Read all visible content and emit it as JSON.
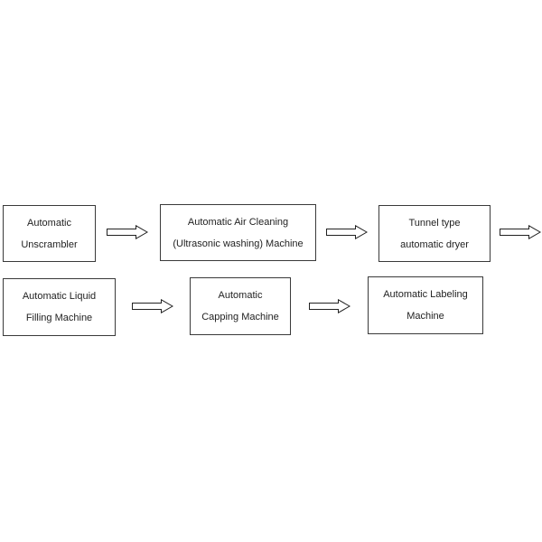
{
  "nodes": [
    {
      "id": "unscrambler",
      "lines": [
        "Automatic",
        "Unscrambler"
      ]
    },
    {
      "id": "air-cleaning",
      "lines": [
        "Automatic Air Cleaning",
        "(Ultrasonic washing) Machine"
      ]
    },
    {
      "id": "tunnel-dryer",
      "lines": [
        "Tunnel type",
        "automatic dryer"
      ]
    },
    {
      "id": "liquid-filling",
      "lines": [
        "Automatic Liquid",
        "Filling Machine"
      ]
    },
    {
      "id": "capping",
      "lines": [
        "Automatic",
        "Capping Machine"
      ]
    },
    {
      "id": "labeling",
      "lines": [
        "Automatic Labeling",
        "Machine"
      ]
    }
  ],
  "edges": [
    {
      "from": "unscrambler",
      "to": "air-cleaning"
    },
    {
      "from": "air-cleaning",
      "to": "tunnel-dryer"
    },
    {
      "from": "tunnel-dryer",
      "to": "liquid-filling"
    },
    {
      "from": "liquid-filling",
      "to": "capping"
    },
    {
      "from": "capping",
      "to": "labeling"
    }
  ]
}
